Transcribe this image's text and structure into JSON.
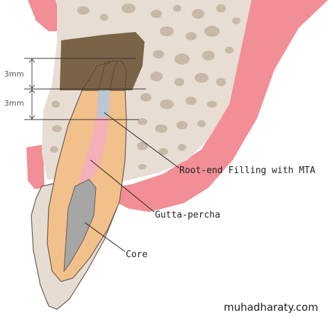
{
  "dimensions": {
    "upper": "3mm",
    "lower": "3mm"
  },
  "labels": {
    "mta": "Root-end Filling with MTA",
    "gutta": "Gutta-percha",
    "core": "Core"
  },
  "watermark": "muhadharaty.com",
  "colors": {
    "bone": "#e8ddd2",
    "bone_pore": "#c8b8a8",
    "gum": "#f28e96",
    "gum_light": "#f7b6bb",
    "dentin": "#f2c08a",
    "enamel": "#e6ddd2",
    "canal": "#f4b0b8",
    "core": "#a6a6a6",
    "resected_cavity": "#7a6347",
    "mta": "#b9c6d6"
  }
}
